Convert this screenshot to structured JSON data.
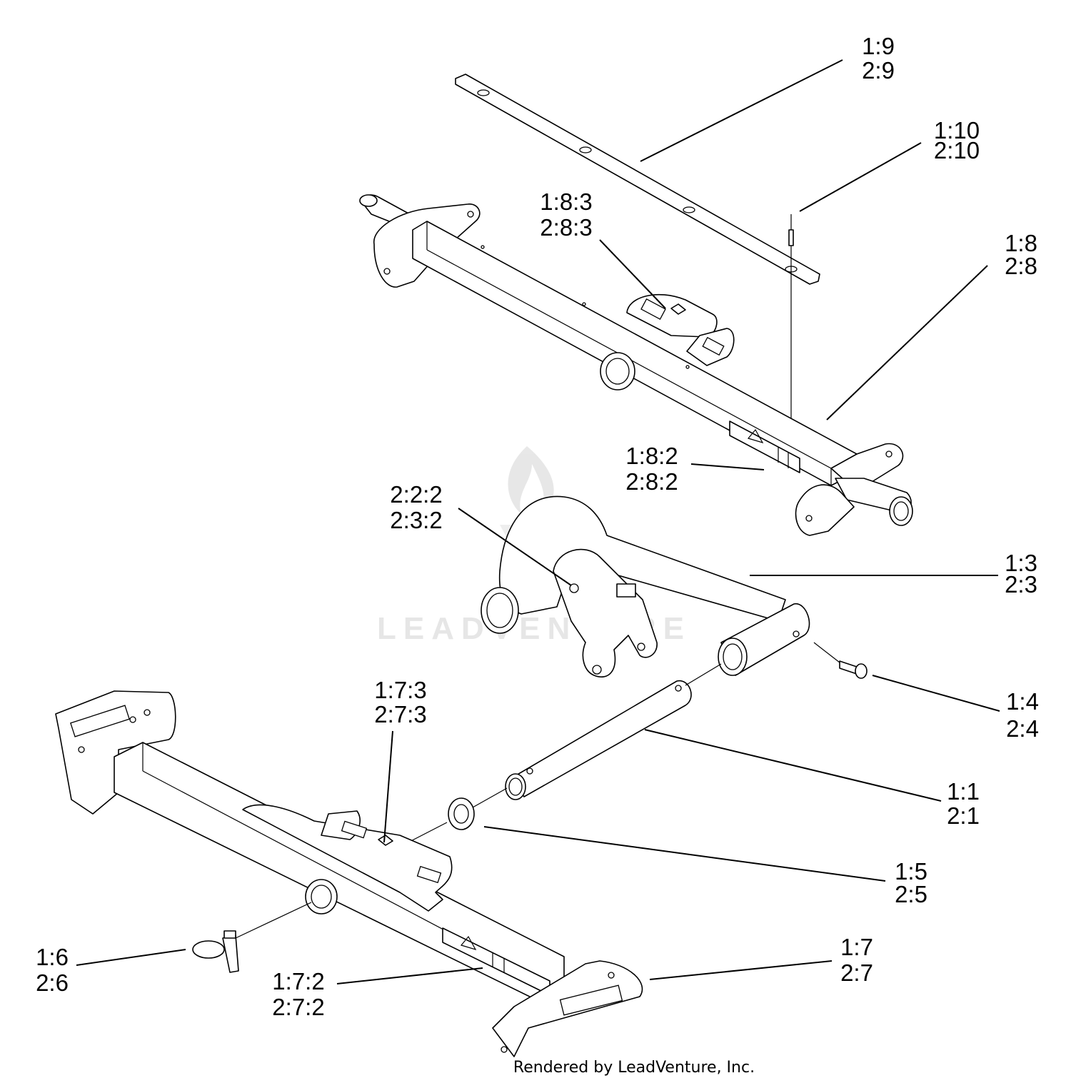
{
  "watermark": "LEADVENTURE",
  "footer": "Rendered by LeadVenture, Inc.",
  "callouts": {
    "c19": [
      "1:9",
      "2:9"
    ],
    "c110": [
      "1:10",
      "2:10"
    ],
    "c183": [
      "1:8:3",
      "2:8:3"
    ],
    "c18": [
      "1:8",
      "2:8"
    ],
    "c182": [
      "1:8:2",
      "2:8:2"
    ],
    "c222": [
      "2:2:2",
      "2:3:2"
    ],
    "c13": [
      "1:3",
      "2:3"
    ],
    "c14": [
      "1:4",
      "2:4"
    ],
    "c173": [
      "1:7:3",
      "2:7:3"
    ],
    "c11": [
      "1:1",
      "2:1"
    ],
    "c15": [
      "1:5",
      "2:5"
    ],
    "c16": [
      "1:6",
      "2:6"
    ],
    "c17": [
      "1:7",
      "2:7"
    ],
    "c172": [
      "1:7:2",
      "2:7:2"
    ]
  }
}
